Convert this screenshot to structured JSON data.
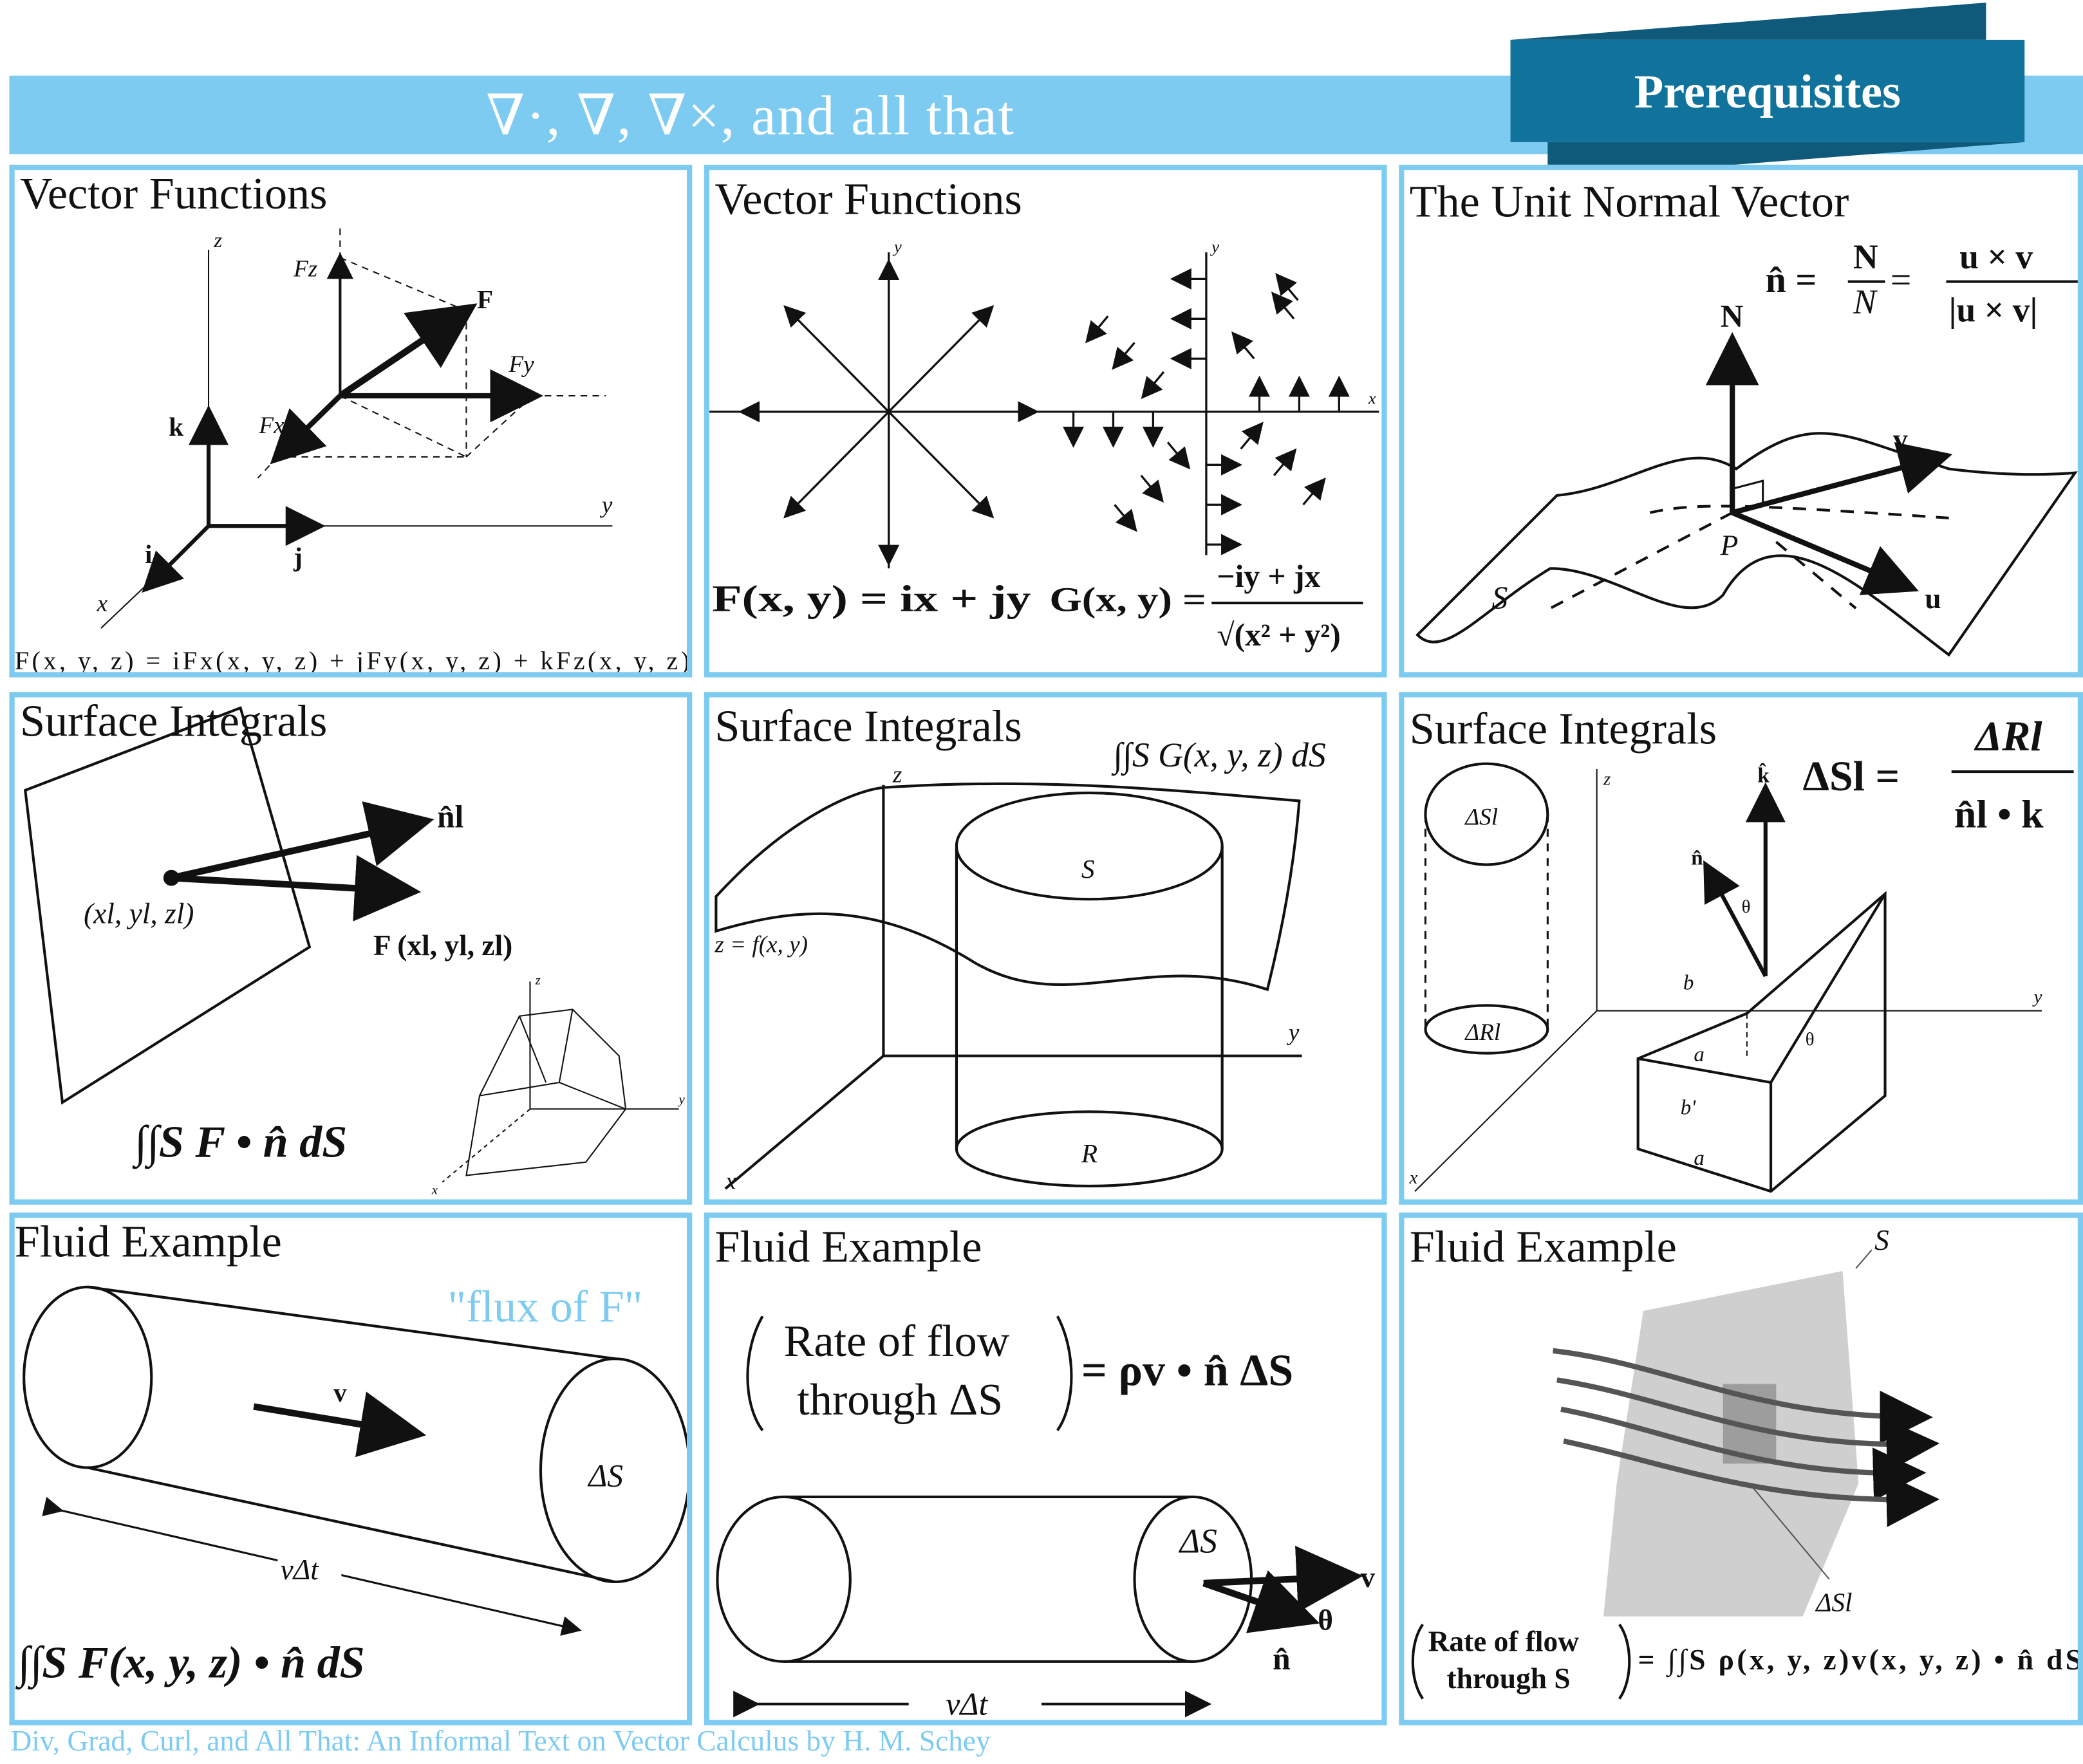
{
  "header": {
    "title": "∇·, ∇, ∇×, and all that",
    "banner": "Prerequisites",
    "colors": {
      "bar": "#7ecbf2",
      "banner": "#11739b",
      "banner_dark": "#0f5a7a"
    }
  },
  "panels": [
    {
      "title": "Vector Functions",
      "labels": {
        "z": "z",
        "y": "y",
        "x": "x",
        "i": "i",
        "j": "j",
        "k": "k",
        "F": "F",
        "Fz": "Fz",
        "Fy": "Fy",
        "Fx": "Fx"
      },
      "formula": "F(x, y, z) = iFx(x, y, z) + jFy(x, y, z) + kFz(x, y, z)"
    },
    {
      "title": "Vector Functions",
      "labels": {
        "y": "y",
        "x": "x"
      },
      "formula_f": "F(x, y) = ix + jy",
      "formula_g_lhs": "G(x, y) =",
      "formula_g_num": "−iy + jx",
      "formula_g_den": "√(x² + y²)"
    },
    {
      "title": "The Unit Normal Vector",
      "formula_lhs": "n̂ =",
      "formula_mid_num": "N",
      "formula_mid_den": "N",
      "formula_rhs_num": "u × v",
      "formula_rhs_den": "|u × v|",
      "labels": {
        "N": "N",
        "v": "v",
        "u": "u",
        "P": "P",
        "S": "S"
      }
    },
    {
      "title": "Surface Integrals",
      "labels": {
        "n": "n̂l",
        "point": "(xl, yl, zl)",
        "F": "F (xl, yl, zl)",
        "z": "z",
        "y": "y",
        "x": "x"
      },
      "formula": "∫∫S F • n̂ dS"
    },
    {
      "title": "Surface Integrals",
      "formula": "∫∫S G(x, y, z) dS",
      "labels": {
        "z": "z",
        "y": "y",
        "x": "x",
        "S": "S",
        "R": "R",
        "surface": "z = f(x, y)"
      }
    },
    {
      "title": "Surface Integrals",
      "formula_lhs": "ΔSl =",
      "formula_num": "ΔRl",
      "formula_den": "n̂l • k",
      "labels": {
        "dS": "ΔSl",
        "dR": "ΔRl",
        "k": "k̂",
        "n": "n̂",
        "theta": "θ",
        "theta2": "θ",
        "b": "b",
        "a": "a",
        "b2": "b'",
        "a2": "a",
        "z": "z",
        "y": "y",
        "x": "x"
      }
    },
    {
      "title": "Fluid Example",
      "note": "\"flux of F\"",
      "labels": {
        "v": "v",
        "dS": "ΔS",
        "vdt": "vΔt"
      },
      "formula": "∫∫S F(x, y, z) • n̂ dS"
    },
    {
      "title": "Fluid Example",
      "formula_l1": "Rate of flow",
      "formula_l2": "through ΔS",
      "formula_rhs": "= ρv • n̂ ΔS",
      "labels": {
        "dS": "ΔS",
        "v": "v",
        "theta": "θ",
        "n": "n̂",
        "vdt": "vΔt"
      }
    },
    {
      "title": "Fluid Example",
      "labels": {
        "S": "S",
        "dS": "ΔSl"
      },
      "formula_l1": "Rate of flow",
      "formula_l2": "through S",
      "formula_rhs": "= ∫∫S ρ(x, y, z)v(x, y, z) • n̂ dS"
    }
  ],
  "footer": "Div, Grad, Curl, and All That: An Informal Text on Vector Calculus by H. M. Schey"
}
